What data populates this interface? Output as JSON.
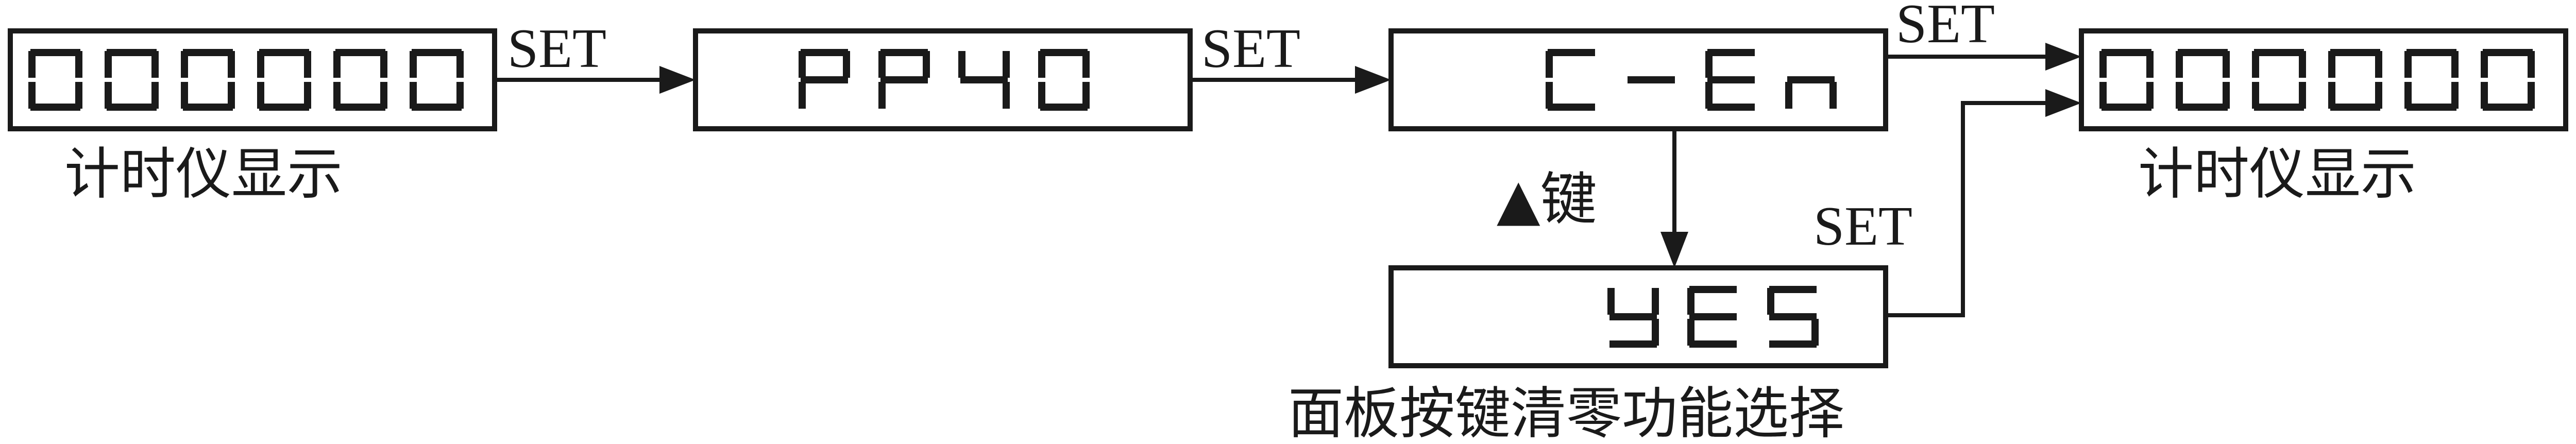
{
  "displays": {
    "timer_start": "000000",
    "pp40": "PP40",
    "c_en": "C-En",
    "yes": "YES",
    "timer_end": "000000"
  },
  "arrows": {
    "set_1": "SET",
    "set_2": "SET",
    "set_3": "SET",
    "set_4": "SET",
    "up_key": "▲键"
  },
  "captions": {
    "timer_start": "计时仪显示",
    "timer_end": "计时仪显示",
    "clear_function": "面板按键清零功能选择"
  },
  "colors": {
    "ink": "#1a1a1a",
    "background": "#ffffff"
  }
}
